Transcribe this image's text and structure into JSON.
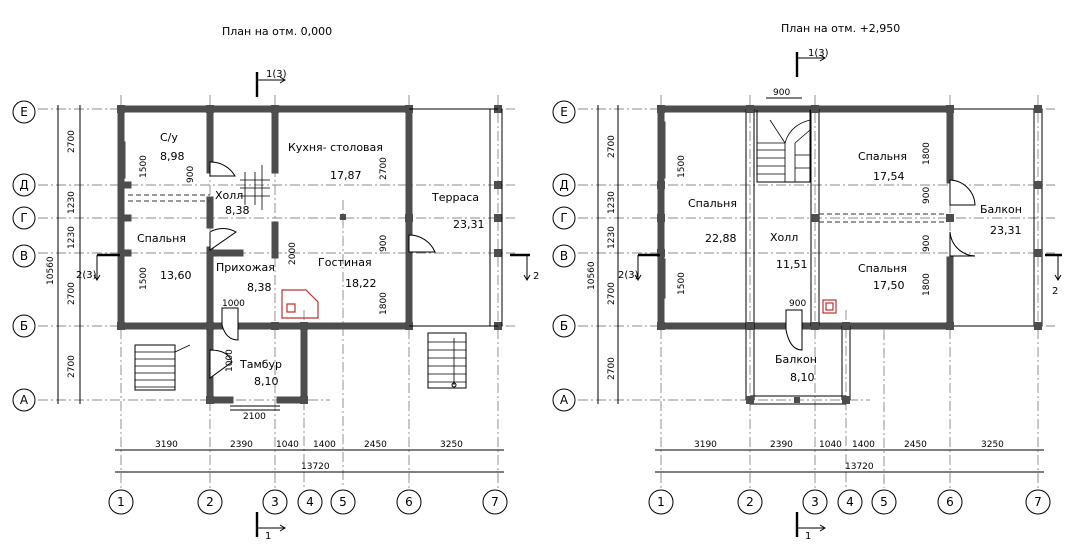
{
  "plans": [
    {
      "title": "План на отм. 0,000",
      "cut_top": "1(3)",
      "cut_bottom": "1",
      "cut_left": "2(3)",
      "cut_right": "2",
      "rooms": [
        {
          "name": "С/у",
          "area": "8,98"
        },
        {
          "name": "Холл",
          "area": "8,38"
        },
        {
          "name": "Кухня- столовая",
          "area": "17,87"
        },
        {
          "name": "Терраса",
          "area": "23,31"
        },
        {
          "name": "Спальня",
          "area": "13,60"
        },
        {
          "name": "Прихожая",
          "area": "8,38"
        },
        {
          "name": "Гостиная",
          "area": "18,22"
        },
        {
          "name": "Тамбур",
          "area": "8,10"
        }
      ],
      "dims_inner": [
        "1500",
        "900",
        "2700",
        "900",
        "1800",
        "2000",
        "1500",
        "1000",
        "1000",
        "2100"
      ],
      "dims_bottom": [
        "3190",
        "2390",
        "1040",
        "1400",
        "2450",
        "3250"
      ],
      "dims_total": "13720",
      "dims_left": [
        "2700",
        "1230",
        "1230",
        "2700",
        "2700"
      ],
      "dims_left_total": "10560",
      "row_axes": [
        "Е",
        "Д",
        "Г",
        "В",
        "Б",
        "А"
      ],
      "col_axes": [
        "1",
        "2",
        "3",
        "4",
        "5",
        "6",
        "7"
      ]
    },
    {
      "title": "План на отм. +2,950",
      "cut_top": "1(3)",
      "cut_bottom": "1",
      "cut_left": "2(3)",
      "cut_right": "2",
      "rooms": [
        {
          "name": "Спальня",
          "area": "17,54"
        },
        {
          "name": "Спальня",
          "area": "22,88"
        },
        {
          "name": "Холл",
          "area": "11,51"
        },
        {
          "name": "Балкон",
          "area": "23,31"
        },
        {
          "name": "Спальня",
          "area": "17,50"
        },
        {
          "name": "Балкон",
          "area": "8,10"
        }
      ],
      "dims_inner": [
        "900",
        "1500",
        "1800",
        "900",
        "900",
        "1800",
        "1500",
        "900"
      ],
      "dims_bottom": [
        "3190",
        "2390",
        "1040",
        "1400",
        "2450",
        "3250"
      ],
      "dims_total": "13720",
      "dims_left": [
        "2700",
        "1230",
        "1230",
        "2700",
        "2700"
      ],
      "dims_left_total": "10560",
      "row_axes": [
        "Е",
        "Д",
        "Г",
        "В",
        "Б",
        "А"
      ],
      "col_axes": [
        "1",
        "2",
        "3",
        "4",
        "5",
        "6",
        "7"
      ]
    }
  ]
}
